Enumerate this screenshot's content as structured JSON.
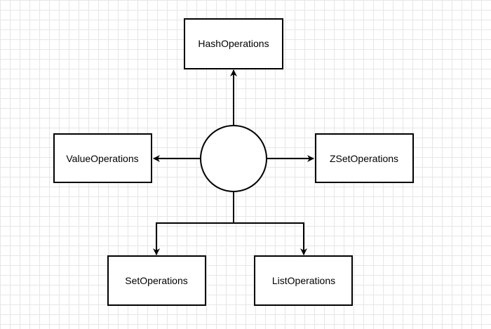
{
  "colors": {
    "stroke": "#000000",
    "node_fill": "#ffffff",
    "grid": "#e6e6e6",
    "background": "#ffffff"
  },
  "nodes": {
    "hash": {
      "label": "HashOperations"
    },
    "value": {
      "label": "ValueOperations"
    },
    "zset": {
      "label": "ZSetOperations"
    },
    "set": {
      "label": "SetOperations"
    },
    "list": {
      "label": "ListOperations"
    }
  }
}
